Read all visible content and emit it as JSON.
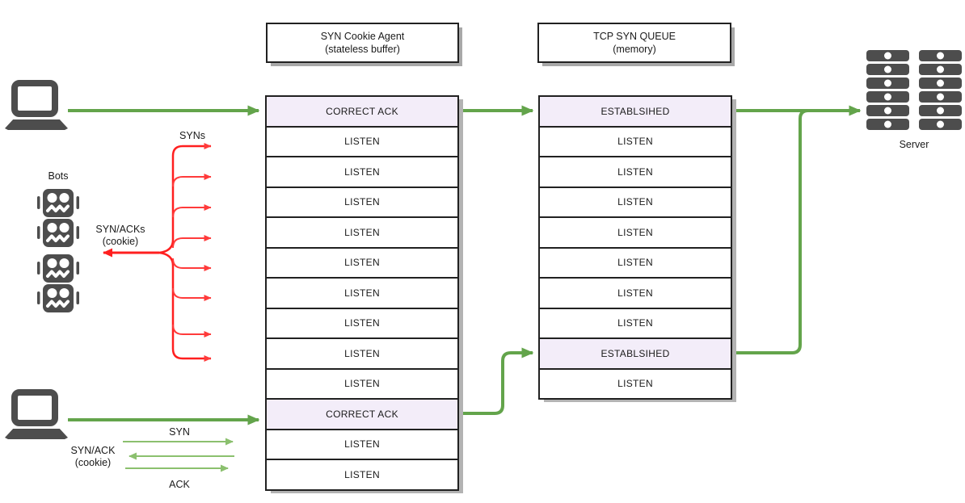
{
  "colors": {
    "green": "#63a44b",
    "green_light": "#8bc06e",
    "red": "#ff1f1f",
    "red_soft": "#ff3b3b",
    "lavender": "#f3edf9",
    "icon_gray": "#4d4d4d",
    "border_dark": "#212121",
    "shadow_gray": "#b3b3b3",
    "text_dark": "#1a1a1a"
  },
  "headers": {
    "agent": {
      "title": "SYN Cookie Agent",
      "subtitle": "(stateless buffer)"
    },
    "queue": {
      "title": "TCP SYN QUEUE",
      "subtitle": "(memory)"
    }
  },
  "agent_stack": {
    "rows": [
      {
        "label": "CORRECT ACK",
        "highlight": true
      },
      {
        "label": "LISTEN",
        "highlight": false
      },
      {
        "label": "LISTEN",
        "highlight": false
      },
      {
        "label": "LISTEN",
        "highlight": false
      },
      {
        "label": "LISTEN",
        "highlight": false
      },
      {
        "label": "LISTEN",
        "highlight": false
      },
      {
        "label": "LISTEN",
        "highlight": false
      },
      {
        "label": "LISTEN",
        "highlight": false
      },
      {
        "label": "LISTEN",
        "highlight": false
      },
      {
        "label": "LISTEN",
        "highlight": false
      },
      {
        "label": "CORRECT ACK",
        "highlight": true
      },
      {
        "label": "LISTEN",
        "highlight": false
      },
      {
        "label": "LISTEN",
        "highlight": false
      }
    ]
  },
  "queue_stack": {
    "rows": [
      {
        "label": "ESTABLSIHED",
        "highlight": true
      },
      {
        "label": "LISTEN",
        "highlight": false
      },
      {
        "label": "LISTEN",
        "highlight": false
      },
      {
        "label": "LISTEN",
        "highlight": false
      },
      {
        "label": "LISTEN",
        "highlight": false
      },
      {
        "label": "LISTEN",
        "highlight": false
      },
      {
        "label": "LISTEN",
        "highlight": false
      },
      {
        "label": "LISTEN",
        "highlight": false
      },
      {
        "label": "ESTABLSIHED",
        "highlight": true
      },
      {
        "label": "LISTEN",
        "highlight": false
      }
    ]
  },
  "labels": {
    "bots": "Bots",
    "server": "Server",
    "syns": "SYNs",
    "syn_acks_line1": "SYN/ACKs",
    "syn_acks_line2": "(cookie)",
    "syn": "SYN",
    "syn_ack_line1": "SYN/ACK",
    "syn_ack_line2": "(cookie)",
    "ack": "ACK"
  },
  "icons": {
    "client_top": "laptop-icon",
    "client_bottom": "laptop-icon",
    "bot": "bot-icon",
    "server": "server-rack-icon"
  }
}
